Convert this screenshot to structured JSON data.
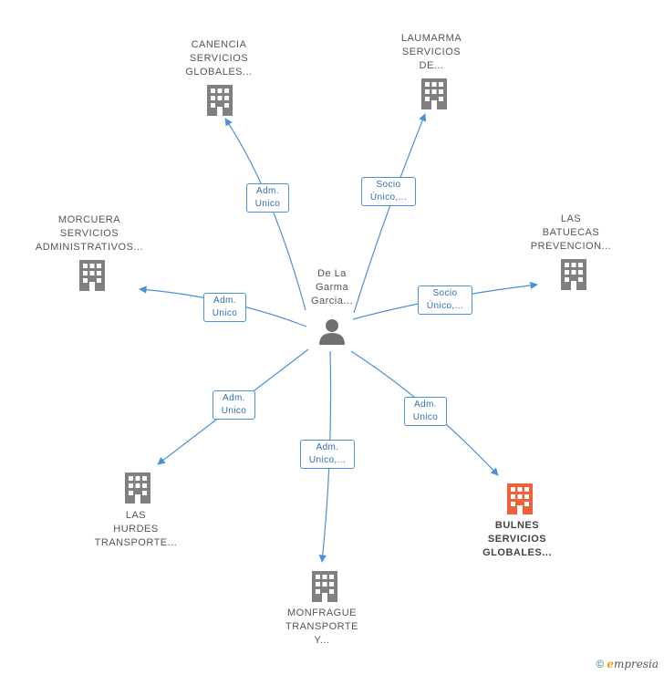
{
  "center": {
    "lines": [
      "De La",
      "Garma",
      "Garcia..."
    ]
  },
  "nodes": {
    "canencia": {
      "lines": [
        "CANENCIA",
        "SERVICIOS",
        "GLOBALES..."
      ]
    },
    "laumarma": {
      "lines": [
        "LAUMARMA",
        "SERVICIOS",
        "DE..."
      ]
    },
    "morcuera": {
      "lines": [
        "MORCUERA",
        "SERVICIOS",
        "ADMINISTRATIVOS..."
      ]
    },
    "batuecas": {
      "lines": [
        "LAS",
        "BATUECAS",
        "PREVENCION..."
      ]
    },
    "hurdes": {
      "lines": [
        "LAS",
        "HURDES",
        "TRANSPORTE..."
      ]
    },
    "monfrague": {
      "lines": [
        "MONFRAGUE",
        "TRANSPORTE",
        "Y..."
      ]
    },
    "bulnes": {
      "lines": [
        "BULNES",
        "SERVICIOS",
        "GLOBALES..."
      ]
    }
  },
  "edges": {
    "canencia": {
      "lines": [
        "Adm.",
        "Unico"
      ]
    },
    "laumarma": {
      "lines": [
        "Socio",
        "Único,..."
      ]
    },
    "morcuera": {
      "lines": [
        "Adm.",
        "Unico"
      ]
    },
    "batuecas": {
      "lines": [
        "Socio",
        "Único,..."
      ]
    },
    "hurdes": {
      "lines": [
        "Adm.",
        "Unico"
      ]
    },
    "monfrague": {
      "lines": [
        "Adm.",
        "Unico,..."
      ]
    },
    "bulnes": {
      "lines": [
        "Adm.",
        "Unico"
      ]
    }
  },
  "footer": {
    "copyright": "©",
    "brand_first": "e",
    "brand_rest": "mpresia"
  },
  "colors": {
    "edge": "#4a90d9",
    "building": "#808080",
    "building_highlight": "#f0603a",
    "person": "#707070"
  }
}
